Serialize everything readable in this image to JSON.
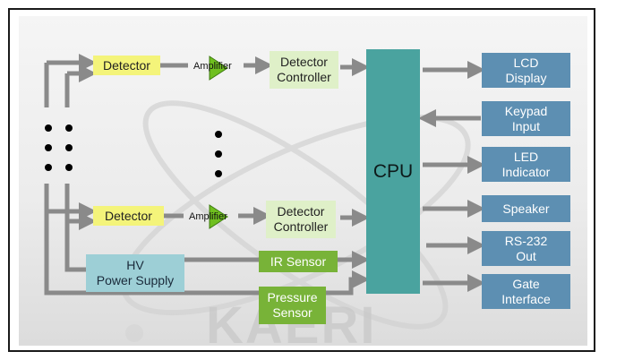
{
  "diagram": {
    "blocks": {
      "detector_1": "Detector",
      "amplifier_1": "Amplifier",
      "detector_controller_1": "Detector\nController",
      "detector_2": "Detector",
      "amplifier_2": "Amplifier",
      "detector_controller_2": "Detector\nController",
      "hv_power_supply": "HV\nPower Supply",
      "ir_sensor": "IR Sensor",
      "pressure_sensor": "Pressure\nSensor",
      "cpu": "CPU"
    },
    "outputs": [
      "LCD\nDisplay",
      "Keypad\nInput",
      "LED\nIndicator",
      "Speaker",
      "RS-232\nOut",
      "Gate\nInterface"
    ],
    "watermark": "KAERI",
    "colors": {
      "detector": "#f4f47a",
      "controller": "#dff0c8",
      "sensor": "#78b338",
      "hv": "#9dcfd6",
      "cpu": "#4aa39f",
      "output": "#5d8fb2",
      "amplifier": "#6fbf1f",
      "wire": "#8a8a8a"
    }
  }
}
